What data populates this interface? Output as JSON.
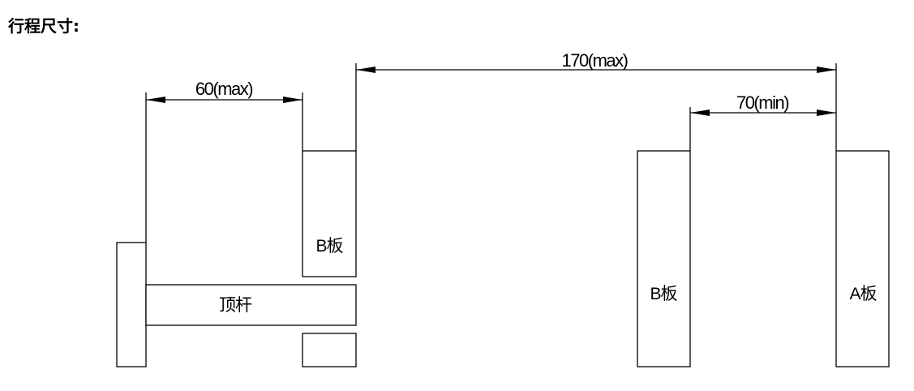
{
  "title": "行程尺寸:",
  "dimensions": {
    "ejector_travel": "60(max)",
    "opening_max": "170(max)",
    "opening_min": "70(min)"
  },
  "parts": {
    "b_plate_left": "B板",
    "ejector_rod": "顶杆",
    "b_plate_right": "B板",
    "a_plate": "A板"
  }
}
